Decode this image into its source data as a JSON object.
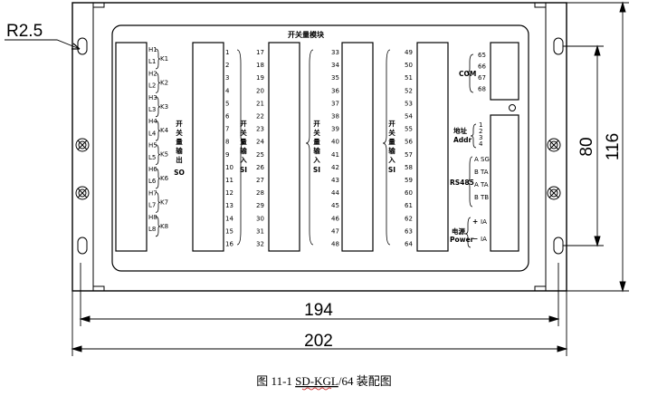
{
  "dimensions": {
    "radius": "R2.5",
    "inner_width": "194",
    "outer_width": "202",
    "inner_height": "80",
    "outer_height": "116"
  },
  "module_title": "开关量模块",
  "output_block": {
    "terminals": [
      "H1",
      "L1",
      "H2",
      "L2",
      "H3",
      "L3",
      "H4",
      "L4",
      "H5",
      "L5",
      "H6",
      "L6",
      "H7",
      "L7",
      "H8",
      "L8"
    ],
    "relays": [
      "K1",
      "K2",
      "K3",
      "K4",
      "K5",
      "K6",
      "K7",
      "K8"
    ],
    "label": [
      "开",
      "关",
      "量",
      "输",
      "出"
    ],
    "code": "SO"
  },
  "input_block_1": {
    "left_pins": [
      "1",
      "2",
      "3",
      "4",
      "5",
      "6",
      "7",
      "8",
      "9",
      "10",
      "11",
      "12",
      "13",
      "14",
      "15",
      "16"
    ],
    "right_pins": [
      "17",
      "18",
      "19",
      "20",
      "21",
      "22",
      "23",
      "24",
      "25",
      "26",
      "27",
      "28",
      "29",
      "30",
      "31",
      "32"
    ],
    "label": [
      "开",
      "关",
      "量",
      "输",
      "入"
    ],
    "code": "SI"
  },
  "input_block_2": {
    "left_pins": [
      "33",
      "34",
      "35",
      "36",
      "37",
      "38",
      "39",
      "40",
      "41",
      "42",
      "43",
      "44",
      "45",
      "46",
      "47",
      "48"
    ],
    "right_pins": [
      "49",
      "50",
      "51",
      "52",
      "53",
      "54",
      "55",
      "56",
      "57",
      "58",
      "59",
      "60",
      "61",
      "62",
      "63",
      "64"
    ],
    "label": [
      "开",
      "关",
      "量",
      "输",
      "入"
    ],
    "code": "SI"
  },
  "com_block": {
    "label": "COM",
    "pins": [
      "65",
      "66",
      "67",
      "68"
    ]
  },
  "addr_block": {
    "label_cn": "地址",
    "label_en": "Addr",
    "pins": [
      "1",
      "2",
      "3",
      "4"
    ]
  },
  "rs485_block": {
    "label": "RS485",
    "pins": [
      "A",
      "B",
      "A",
      "B"
    ],
    "terms": [
      "SG",
      "TA",
      "TA",
      "TB"
    ]
  },
  "power_block": {
    "label_cn": "电源",
    "label_en": "Power",
    "signs": [
      "+",
      "−"
    ],
    "terms": [
      "IA",
      "IA"
    ]
  },
  "caption": {
    "prefix": "图 11-1 ",
    "model": "SD-KGL",
    "suffix": "/64 装配图"
  }
}
